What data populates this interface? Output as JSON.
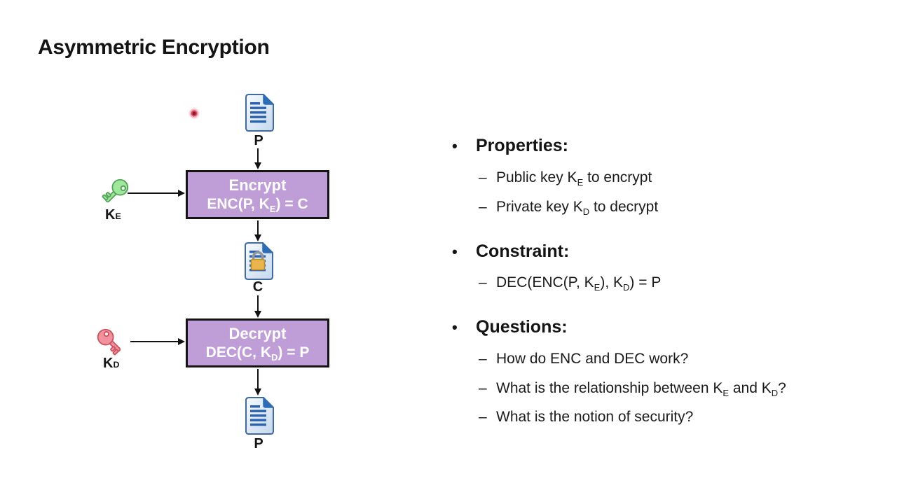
{
  "slide": {
    "title": "Asymmetric Encryption",
    "background_color": "#ffffff",
    "accent_purple": "#bf9dd6"
  },
  "pointer": {
    "description": "red laser pointer dot",
    "color": "#d94f66"
  },
  "diagram": {
    "plaintext_in_label": "P",
    "ciphertext_label": "C",
    "plaintext_out_label": "P",
    "encrypt_box": {
      "title": "Encrypt",
      "formula": [
        {
          "t": "ENC(P, K"
        },
        {
          "s": "E"
        },
        {
          "t": ") = C"
        }
      ],
      "fill": "#bf9dd6",
      "border_color": "#141414",
      "text_color": "#ffffff"
    },
    "decrypt_box": {
      "title": "Decrypt",
      "formula": [
        {
          "t": "DEC(C, K"
        },
        {
          "s": "D"
        },
        {
          "t": ") = P"
        }
      ],
      "fill": "#bf9dd6",
      "border_color": "#141414",
      "text_color": "#ffffff"
    },
    "public_key": {
      "label": [
        {
          "t": "K"
        },
        {
          "s": "E"
        }
      ],
      "color": "#9fe79a"
    },
    "private_key": {
      "label": [
        {
          "t": "K"
        },
        {
          "s": "D"
        }
      ],
      "color": "#f1939f"
    },
    "document_icon_colors": {
      "page_border": "#41699c",
      "fold": "#2e6cb5",
      "lines": "#2d63ad"
    },
    "lock_icon_colors": {
      "body": "#eab54d",
      "shackle": "#8f969e"
    }
  },
  "bullets": [
    {
      "heading": "Properties:",
      "items": [
        [
          {
            "t": "Public key K"
          },
          {
            "s": "E"
          },
          {
            "t": " to encrypt"
          }
        ],
        [
          {
            "t": "Private key K"
          },
          {
            "s": "D"
          },
          {
            "t": " to decrypt"
          }
        ]
      ]
    },
    {
      "heading": "Constraint:",
      "items": [
        [
          {
            "t": "DEC(ENC(P, K"
          },
          {
            "s": "E"
          },
          {
            "t": "), K"
          },
          {
            "s": "D"
          },
          {
            "t": ") = P"
          }
        ]
      ]
    },
    {
      "heading": "Questions:",
      "items": [
        [
          {
            "t": "How do ENC and DEC work?"
          }
        ],
        [
          {
            "t": "What is the relationship between K"
          },
          {
            "s": "E"
          },
          {
            "t": " and K"
          },
          {
            "s": "D"
          },
          {
            "t": "?"
          }
        ],
        [
          {
            "t": "What is the notion of security?"
          }
        ]
      ]
    }
  ],
  "markers": {
    "bullet": "•",
    "dash": "–"
  }
}
